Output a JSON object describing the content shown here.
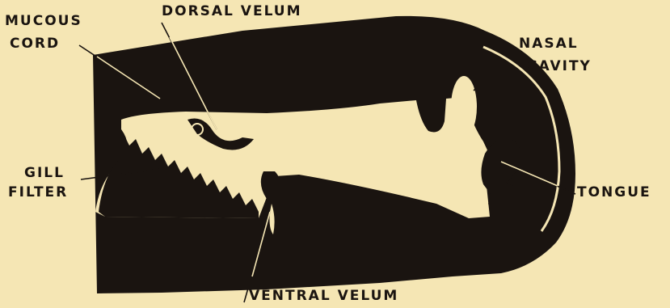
{
  "diagram": {
    "colors": {
      "background": "#f5e6b4",
      "ink": "#1a1410"
    },
    "labels": {
      "mucous_cord_line1": "MUCOUS",
      "mucous_cord_line2": "CORD",
      "dorsal_velum": "DORSAL VELUM",
      "nasal_cavity_line1": "NASAL",
      "nasal_cavity_line2": "CAVITY",
      "gill_filter_line1": "GILL",
      "gill_filter_line2": "FILTER",
      "tongue": "TONGUE",
      "ventral_velum": "VENTRAL VELUM"
    }
  }
}
